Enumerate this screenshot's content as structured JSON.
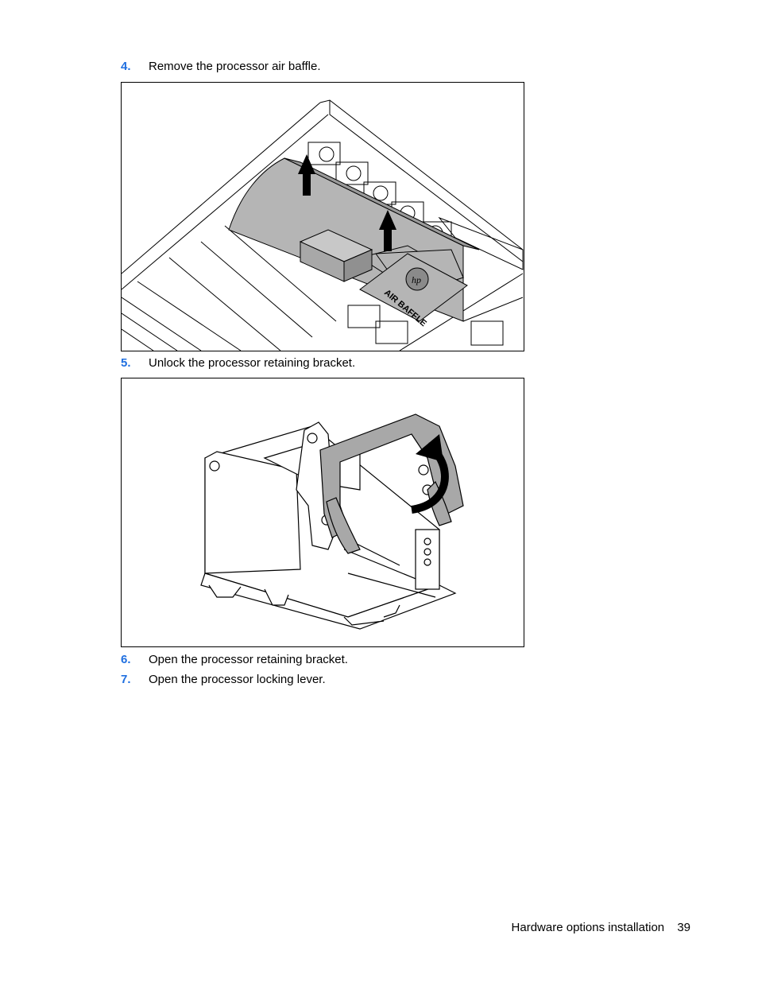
{
  "steps": [
    {
      "number": "4.",
      "text": "Remove the processor air baffle."
    },
    {
      "number": "5.",
      "text": "Unlock the processor retaining bracket."
    },
    {
      "number": "6.",
      "text": "Open the processor retaining bracket."
    },
    {
      "number": "7.",
      "text": "Open the processor locking lever."
    }
  ],
  "figure1": {
    "baffle_label": "AIR BAFFLE"
  },
  "footer": {
    "section": "Hardware options installation",
    "page": "39"
  },
  "colors": {
    "step_number": "#1f6fe0",
    "baffle_fill": "#b5b5b5",
    "arrow": "#000000"
  }
}
